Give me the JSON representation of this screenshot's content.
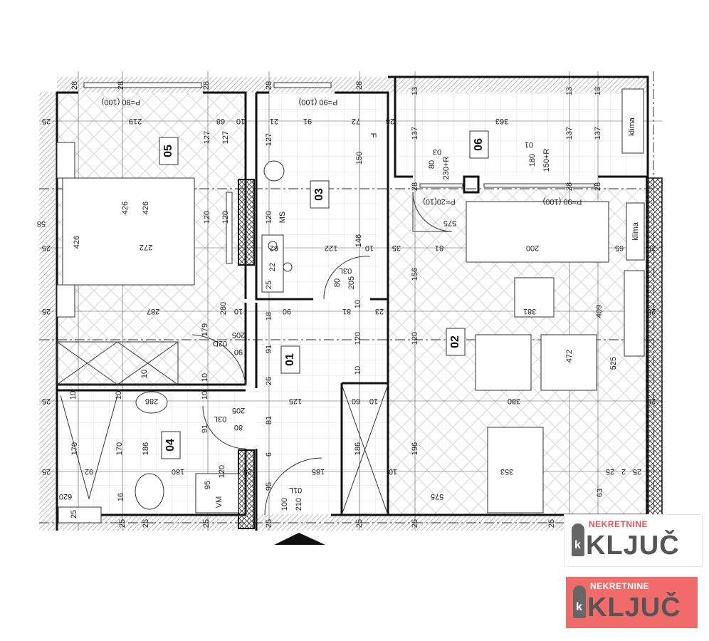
{
  "plan": {
    "rooms": [
      "05",
      "03",
      "06",
      "01",
      "02",
      "04"
    ],
    "labels": [
      "28",
      "28",
      "28",
      "28",
      "28",
      "13",
      "13",
      "13",
      "P=90 (100)",
      "P=90 (100)",
      "25",
      "219",
      "68",
      "10",
      "21",
      "91",
      "72",
      "28",
      "F",
      "127",
      "127",
      "127",
      "150",
      "137",
      "137",
      "137",
      "363",
      "klima",
      "klima",
      "03",
      "01",
      "80",
      "230+R",
      "180",
      "150+R",
      "28",
      "28",
      "28",
      "P=20(10)",
      "P=90 (100)",
      "575",
      "426",
      "426",
      "426",
      "272",
      "120",
      "120",
      "120",
      "MS",
      "25",
      "58",
      "62",
      "122",
      "146",
      "10",
      "35",
      "81",
      "200",
      "65",
      "25",
      "22",
      "25",
      "80",
      "205",
      "03L",
      "156",
      "25",
      "287",
      "280",
      "179",
      "10",
      "18",
      "90",
      "81",
      "10",
      "23",
      "381",
      "25",
      "409",
      "02D",
      "205",
      "90",
      "91",
      "120",
      "120",
      "472",
      "525",
      "10",
      "26",
      "10",
      "10",
      "25",
      "10",
      "10",
      "286",
      "10",
      "125",
      "60",
      "10",
      "380",
      "25",
      "03L",
      "205",
      "80",
      "91",
      "81",
      "170",
      "170",
      "186",
      "186",
      "196",
      "6",
      "25",
      "92",
      "180",
      "120",
      "25",
      "185",
      "10",
      "353",
      "25",
      "2",
      "25",
      "95",
      "VM",
      "95",
      "16",
      "620",
      "100",
      "210",
      "01L",
      "575",
      "63",
      "25",
      "25",
      "25",
      "25",
      "25",
      "25",
      "25",
      "25"
    ]
  },
  "logos": [
    {
      "top_text": "NEKRETNINE",
      "main_text": "KLJUČ",
      "background": "#ffffff"
    },
    {
      "top_text": "NEKRETNINE",
      "main_text": "KLJUČ",
      "background": "#f26b6b"
    }
  ],
  "colors": {
    "wall": "#111111",
    "hatch": "#bbbbbb",
    "logo_red": "#e8505b",
    "logo_gray": "#555555"
  }
}
